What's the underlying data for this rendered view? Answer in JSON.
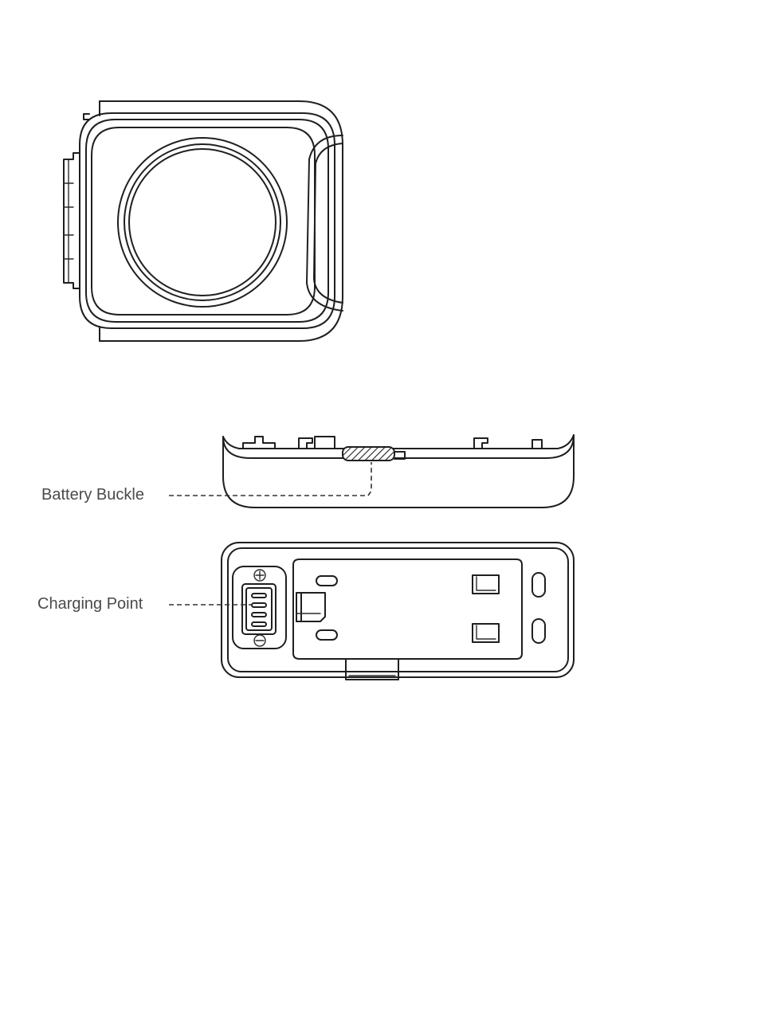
{
  "callouts": {
    "battery_buckle": "Battery Buckle",
    "charging_point": "Charging Point"
  },
  "colors": {
    "line": "#1f1f1f",
    "label_text": "#4a4a4a",
    "background": "#ffffff"
  },
  "icons": [
    "plus-symbol-icon",
    "minus-symbol-icon",
    "hatch-pattern"
  ]
}
